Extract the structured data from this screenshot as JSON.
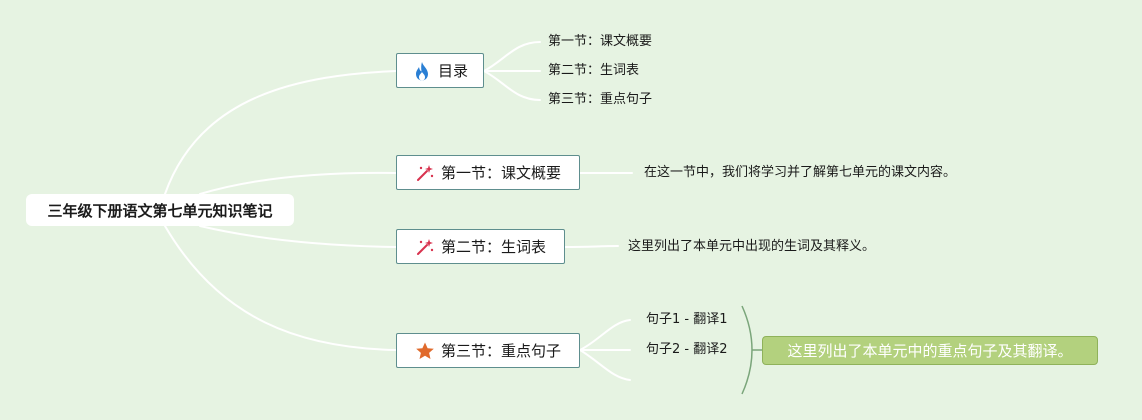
{
  "root": {
    "label": "三年级下册语文第七单元知识笔记"
  },
  "topics": [
    {
      "label": "目录",
      "icon": "flame-icon",
      "subitems": [
        "第一节：课文概要",
        "第二节：生词表",
        "第三节：重点句子"
      ]
    },
    {
      "label": "第一节：课文概要",
      "icon": "magic-wand-icon",
      "note": "在这一节中，我们将学习并了解第七单元的课文内容。"
    },
    {
      "label": "第二节：生词表",
      "icon": "magic-wand-icon",
      "note": "这里列出了本单元中出现的生词及其释义。"
    },
    {
      "label": "第三节：重点句子",
      "icon": "star-icon",
      "subitems": [
        "句子1 - 翻译1",
        "句子2 - 翻译2"
      ],
      "summary": "这里列出了本单元中的重点句子及其翻译。"
    }
  ],
  "colors": {
    "background": "#e6f3e2",
    "connector": "#ffffff",
    "topic_border": "#5e8e8e",
    "flame": "#2a7fd4",
    "wand": "#d8324e",
    "star": "#e06a2c",
    "summary_fill": "#b3d17e",
    "summary_bracket": "#7aa57a"
  }
}
